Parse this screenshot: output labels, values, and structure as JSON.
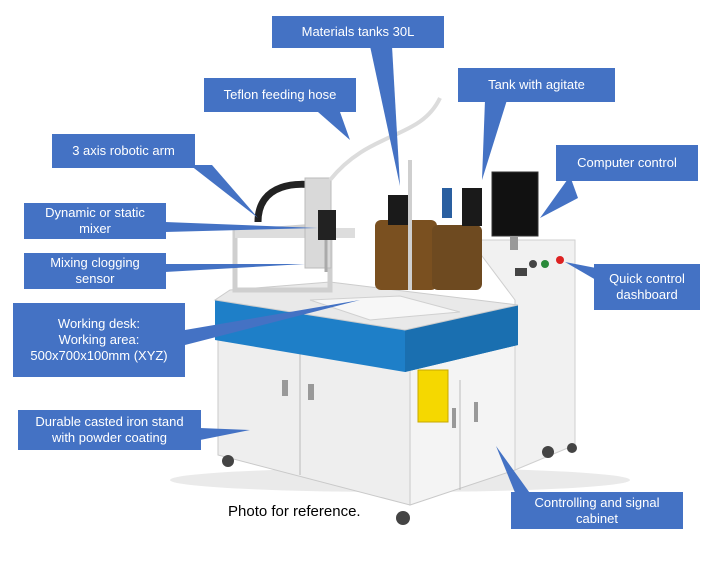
{
  "labels": {
    "materials_tanks": "Materials tanks 30L",
    "teflon_hose": "Teflon feeding hose",
    "tank_agitate": "Tank with agitate",
    "robotic_arm": "3 axis robotic arm",
    "computer_control": "Computer control",
    "mixer": "Dynamic or static mixer",
    "clogging_sensor": "Mixing clogging sensor",
    "quick_dashboard": "Quick control dashboard",
    "working_desk": "Working desk:\nWorking area:\n500x700x100mm (XYZ)",
    "iron_stand": "Durable casted iron stand with powder coating",
    "cabinet": "Controlling and signal cabinet"
  },
  "caption": "Photo for reference.",
  "colors": {
    "label_bg": "#4472c4",
    "label_text": "#ffffff",
    "machine_blue": "#1e7fc8",
    "machine_white": "#f2f2f2"
  }
}
